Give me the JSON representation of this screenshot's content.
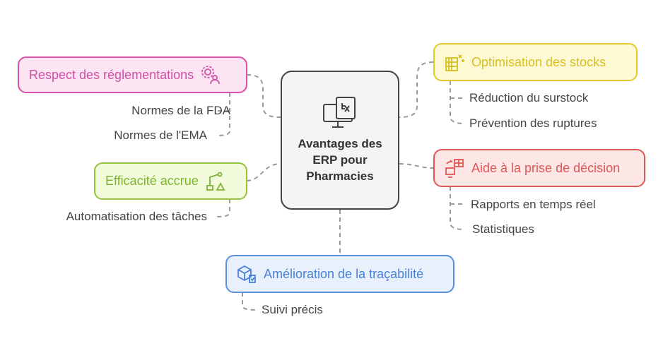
{
  "center": {
    "title": "Avantages des ERP pour Pharmacies",
    "icon": "monitor-prescription-icon"
  },
  "nodes": {
    "regl": {
      "label": "Respect des réglementations",
      "icon": "gear-person-icon",
      "color": "#d04fa7",
      "items": [
        "Normes de la FDA",
        "Normes de l'EMA"
      ]
    },
    "eff": {
      "label": "Efficacité accrue",
      "icon": "robot-arm-icon",
      "color": "#7fb231",
      "items": [
        "Automatisation des tâches"
      ]
    },
    "stock": {
      "label": "Optimisation des stocks",
      "icon": "shelves-icon",
      "color": "#d8bf1f",
      "items": [
        "Réduction du surstock",
        "Prévention des ruptures"
      ]
    },
    "dec": {
      "label": "Aide à la prise de décision",
      "icon": "monitor-table-icon",
      "color": "#e05555",
      "items": [
        "Rapports en temps réel",
        "Statistiques"
      ]
    },
    "trac": {
      "label": "Amélioration de la traçabilité",
      "icon": "box-tracking-icon",
      "color": "#4a80d8",
      "items": [
        "Suivi précis"
      ]
    }
  }
}
